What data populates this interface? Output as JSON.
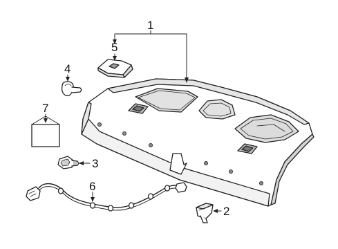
{
  "diagram": {
    "parts": [
      {
        "id": "p1",
        "callout": "1",
        "name": "package-tray"
      },
      {
        "id": "p2",
        "callout": "2",
        "name": "clip"
      },
      {
        "id": "p3",
        "callout": "3",
        "name": "screw"
      },
      {
        "id": "p4",
        "callout": "4",
        "name": "push-pin"
      },
      {
        "id": "p5",
        "callout": "5",
        "name": "cover"
      },
      {
        "id": "p6",
        "callout": "6",
        "name": "wire-harness"
      },
      {
        "id": "p7",
        "callout": "7",
        "name": "label"
      }
    ],
    "colors": {
      "line": "#222222",
      "fill": "#ffffff",
      "shade": "#e6e6e6",
      "dark": "#9a9a9a"
    }
  }
}
